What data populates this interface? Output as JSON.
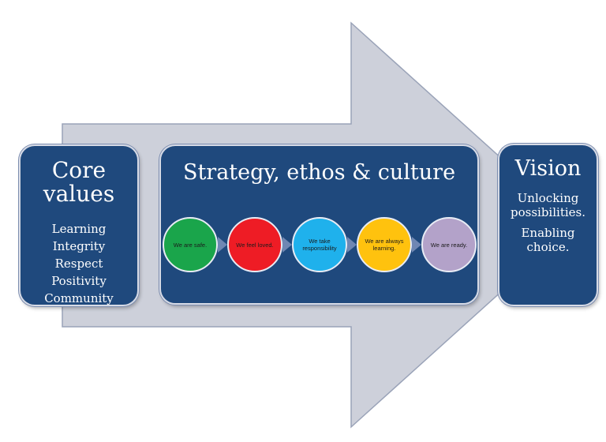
{
  "core_values": {
    "title": "Core values",
    "items": [
      "Learning",
      "Integrity",
      "Respect",
      "Positivity",
      "Community"
    ]
  },
  "strategy": {
    "title": "Strategy, ethos & culture",
    "circles": [
      {
        "label": "We are safe.",
        "color": "#1aa54b"
      },
      {
        "label": "We feel loved.",
        "color": "#ee1c25"
      },
      {
        "label": "We take responsibility",
        "color": "#1fb1ec"
      },
      {
        "label": "We are always learning.",
        "color": "#ffc20e"
      },
      {
        "label": "We are ready.",
        "color": "#b3a2c9"
      }
    ]
  },
  "vision": {
    "title": "Vision",
    "line1": "Unlocking possibilities.",
    "line2": "Enabling choice."
  },
  "colors": {
    "box_fill": "#1f497d",
    "arrow_fill": "#cdd0da"
  }
}
